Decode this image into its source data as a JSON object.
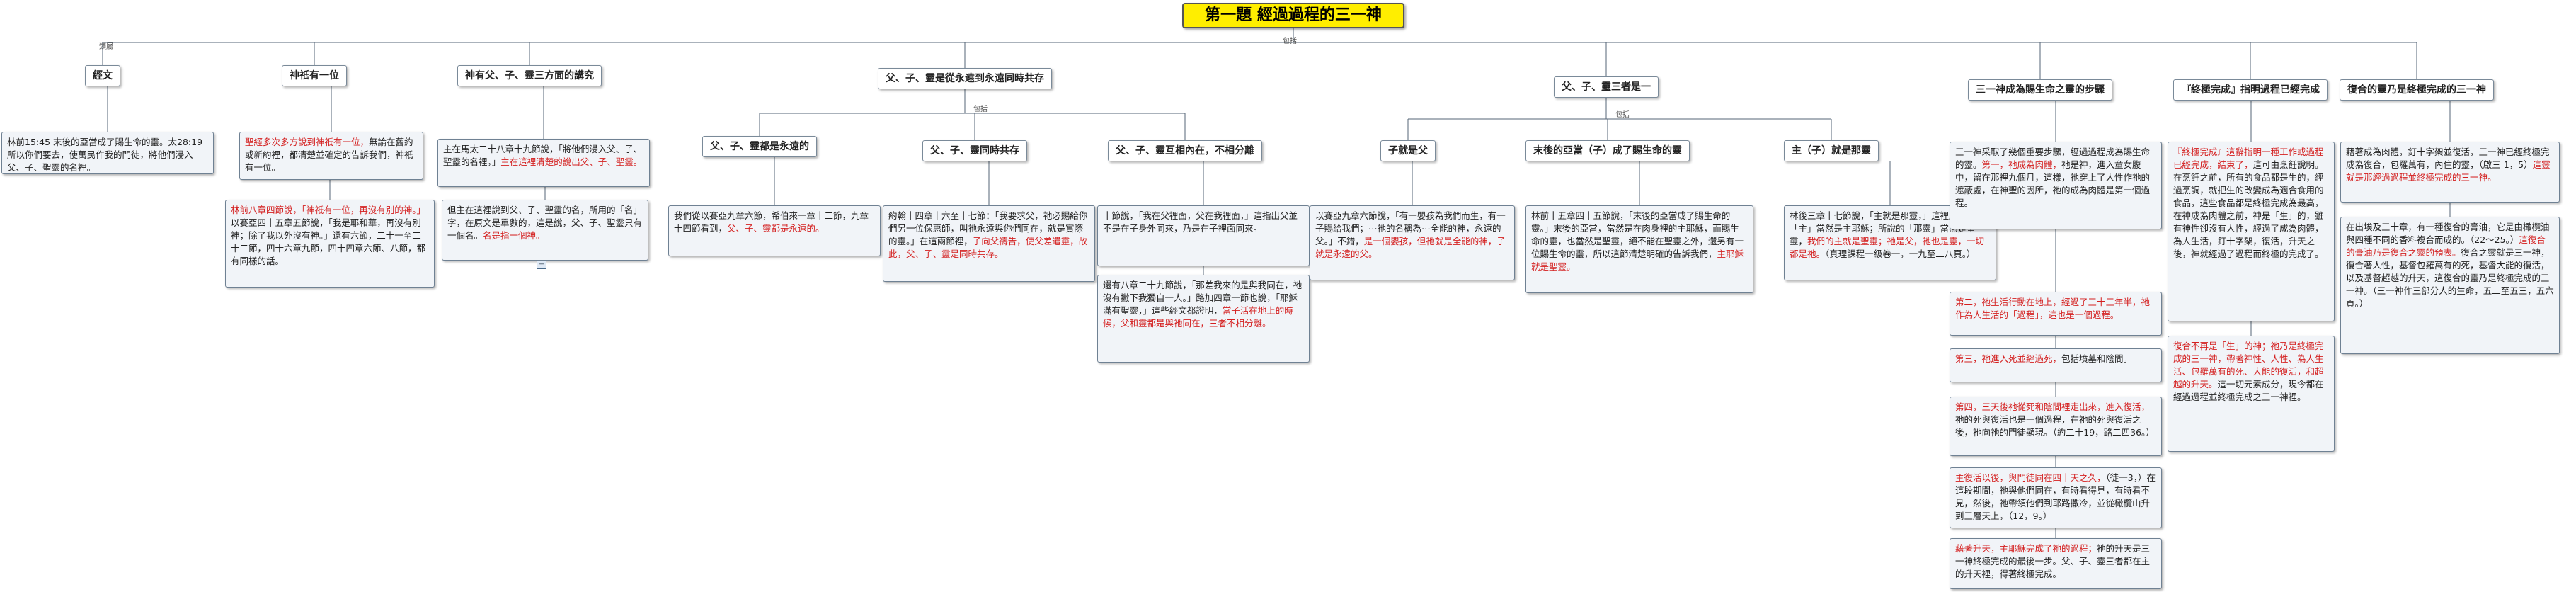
{
  "root": {
    "title": "第一題  經過過程的三一神"
  },
  "labels": {
    "genre": "類屬",
    "summary": "包括",
    "stroke": "一"
  },
  "branches": [
    {
      "title": "經文",
      "notes": [
        [
          {
            "t": "林前15:45  末後的亞當成了賜生命的靈。太28:19  所以你們要去，使萬民作我的門徒，將他們浸入父、子、聖靈的名裡。"
          }
        ]
      ]
    },
    {
      "title": "神祇有一位",
      "notes": [
        [
          {
            "t": "聖經多次多方說到神祇有一位，",
            "r": true
          },
          {
            "t": "無論在舊約或新約裡，都清楚並確定的告訴我們，神祇有一位。"
          }
        ],
        [
          {
            "t": "林前八章四節說，「神祇有一位，再沒有別的神。」",
            "r": true
          },
          {
            "t": "以賽亞四十五章五節說，「我是耶和華，再沒有別神；除了我以外沒有神。」還有六節，二十一至二十二節，四十六章九節，四十四章六節、八節，都有同樣的話。"
          }
        ]
      ]
    },
    {
      "title": "神有父、子、靈三方面的講究",
      "notes": [
        [
          {
            "t": "主在馬太二十八章十九節說，「將他們浸入父、子、聖靈的名裡，」"
          },
          {
            "t": "主在這裡清楚的說出父、子、聖靈。",
            "r": true
          }
        ],
        [
          {
            "t": "但主在這裡說到父、子、聖靈的名，所用的「名」字，在原文是單數的，這是說，父、子、聖靈只有一個名。"
          },
          {
            "t": "名是指一個神。",
            "r": true
          }
        ]
      ]
    },
    {
      "title": "父、子、靈是從永遠到永遠同時共存",
      "children": [
        {
          "title": "父、子、靈都是永遠的",
          "notes": [
            [
              {
                "t": "我們從以賽亞九章六節，希伯來一章十二節，九章十四節看到，"
              },
              {
                "t": "父、子、靈都是永遠的。",
                "r": true
              }
            ]
          ]
        },
        {
          "title": "父、子、靈同時共存",
          "notes": [
            [
              {
                "t": "約翰十四章十六至十七節：「我要求父，祂必賜給你們另一位保惠師，叫祂永遠與你們同在，就是實際的靈。」在這兩節裡，"
              },
              {
                "t": "子向父禱告，使父差遣靈，故此，父、子、靈是同時共存。",
                "r": true
              }
            ]
          ]
        },
        {
          "title": "父、子、靈互相內在，不相分離",
          "notes": [
            [
              {
                "t": "十節說，「我在父裡面，父在我裡面，」這指出父並不是在子身外同來，乃是在子裡面同來。"
              }
            ],
            [
              {
                "t": "還有八章二十九節說，「那差我來的是與我同在，祂沒有撇下我獨自一人。」路加四章一節也說，「耶穌滿有聖靈，」這些經文都證明，"
              },
              {
                "t": "當子活在地上的時候，父和靈都是與祂同在，三者不相分離。",
                "r": true
              }
            ]
          ]
        }
      ]
    },
    {
      "title": "父、子、靈三者是一",
      "children": [
        {
          "title": "子就是父",
          "notes": [
            [
              {
                "t": "以賽亞九章六節說，「有一嬰孩為我們而生，有一子賜給我們；⋯祂的名稱為⋯全能的神，永遠的父。」不錯，"
              },
              {
                "t": "是一個嬰孩，但祂就是全能的神，子就是永遠的父。",
                "r": true
              }
            ]
          ]
        },
        {
          "title": "末後的亞當（子）成了賜生命的靈",
          "notes": [
            [
              {
                "t": "林前十五章四十五節說，「末後的亞當成了賜生命的靈。」末後的亞當，當然是在肉身裡的主耶穌，而賜生命的靈，也當然是聖靈，絕不能在聖靈之外，還另有一位賜生命的靈，所以這節清楚明確的告訴我們，"
              },
              {
                "t": "主耶穌就是聖靈。",
                "r": true
              }
            ]
          ]
        },
        {
          "title": "主（子）就是那靈",
          "notes": [
            [
              {
                "t": "林後三章十七節說，「主就是那靈，」這裡所說的「主」當然是主耶穌；所說的「那靈」當然是聖靈，"
              },
              {
                "t": "我們的主就是聖靈；祂是父，祂也是靈，一切都是祂。",
                "r": true
              },
              {
                "t": "（真理課程一級卷一，一九至二八頁。）"
              }
            ]
          ]
        }
      ]
    },
    {
      "title": "三一神成為賜生命之靈的步驟",
      "notes": [
        [
          {
            "t": "三一神采取了幾個重要步驟，經過過程成為賜生命的靈。"
          },
          {
            "t": "第一，祂成為肉體，",
            "r": true
          },
          {
            "t": "祂是神，進入童女腹中，留在那裡九個月，這樣，祂穿上了人性作祂的遮蔽處，在神聖的因所，祂的成為肉體是第一個過程。"
          }
        ],
        [
          {
            "t": "第二，祂生活行動在地上，經過了三十三年半，祂作為人生活的「過程」，這也是一個過程。",
            "r": true
          }
        ],
        [
          {
            "t": "第三，祂進入死並經過死，",
            "r": true
          },
          {
            "t": "包括墳墓和陰間。"
          }
        ],
        [
          {
            "t": "第四，三天後祂從死和陰間裡走出來，進入復活，",
            "r": true
          },
          {
            "t": "祂的死與復活也是一個過程，在祂的死與復活之後，祂向祂的門徒顯現。（約二十19，路二四36。）"
          }
        ],
        [
          {
            "t": "主復活以後，與門徒同在四十天之久，",
            "r": true
          },
          {
            "t": "（徒一3，）在這段期間，祂與他們同在，有時看得見，有時看不見，然後，祂帶領他們到耶路撒冷，並從橄欖山升到三層天上，（12，9。）"
          }
        ],
        [
          {
            "t": "藉著升天，主耶穌完成了祂的過程；",
            "r": true
          },
          {
            "t": "祂的升天是三一神終極完成的最後一步。父、子、靈三者都在主的升天裡，得著終極完成。"
          }
        ]
      ]
    },
    {
      "title": "『終極完成』指明過程已經完成",
      "notes": [
        [
          {
            "t": "『終極完成』這辭指明一種工作或過程已經完成，結束了，",
            "r": true
          },
          {
            "t": "這可由烹飪說明。在烹飪之前，所有的食品都是生的，經過烹調，就把生的改變成為適合食用的食品，這些食品都是終極完成為最高，在神成為肉體之前，神是「生」的，雖有神性卻沒有人性，經過了成為肉體，為人生活，釘十字架，復活，升天之後，神就經過了過程而終極的完成了。"
          }
        ],
        [
          {
            "t": "復合不再是「生」的神；祂乃是終極完成的三一神，帶著神性、人性、為人生活、包羅萬有的死、大能的復活，和超越的升天。",
            "r": true
          },
          {
            "t": "這一切元素成分，現今都在經過過程並終極完成之三一神裡。"
          }
        ]
      ]
    },
    {
      "title": "復合的靈乃是終極完成的三一神",
      "notes": [
        [
          {
            "t": "藉著成為肉體，釘十字架並復活，三一神已經終極完成為復合，包羅萬有，內住的靈，（啟三 1，5）"
          },
          {
            "t": "這靈就是那經過過程並終極完成的三一神。",
            "r": true
          }
        ],
        [
          {
            "t": "在出埃及三十章，有一種復合的膏油，它是由橄欖油與四種不同的香料複合而成的。（22～25。）"
          },
          {
            "t": "這復合的膏油乃是復合之靈的預表。",
            "r": true
          },
          {
            "t": "復合之靈就是三一神，復合著人性，基督包羅萬有的死，基督大能的復活，以及基督超越的升天，這復合的靈乃是終極完成的三一神。（三一神作三部分人的生命，五二至五三，五六頁。）"
          }
        ]
      ]
    }
  ]
}
